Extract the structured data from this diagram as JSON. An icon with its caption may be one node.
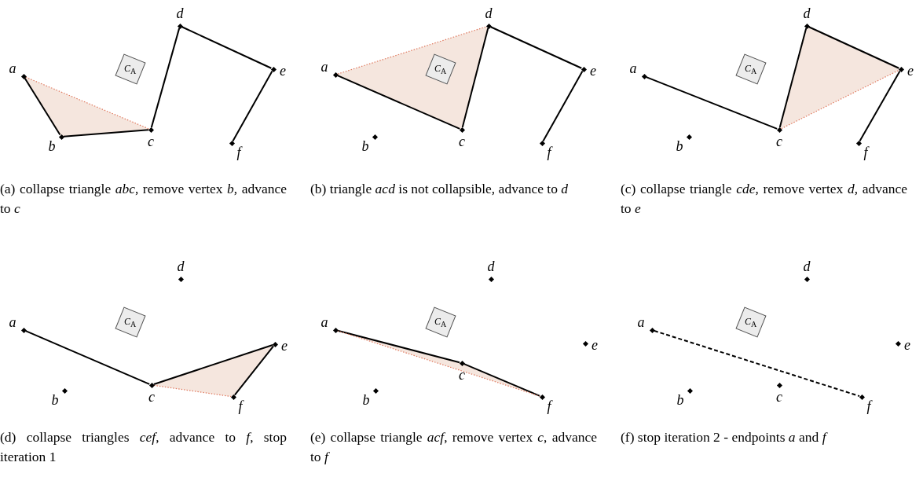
{
  "diagram": {
    "nodes": [
      {
        "text": [
          "(a) collapse triangle *abc*, remove vertex *b*, advance to *c*"
        ]
      },
      {
        "text": [
          "a"
        ],
        "in": 0
      },
      {
        "text": [
          "b"
        ],
        "in": 0
      },
      {
        "text": [
          "c"
        ],
        "in": 0
      },
      {
        "text": [
          "d"
        ],
        "in": 0
      },
      {
        "text": [
          "e"
        ],
        "in": 0
      },
      {
        "text": [
          "f"
        ],
        "in": 0
      },
      {
        "text": [
          "*C*$_{A}$"
        ],
        "in": 0
      },
      {
        "text": [
          "(b) triangle *acd* is not collapsible, advance to *d*"
        ]
      },
      {
        "text": [
          "a"
        ],
        "in": 8
      },
      {
        "text": [
          "b"
        ],
        "in": 8
      },
      {
        "text": [
          "c"
        ],
        "in": 8
      },
      {
        "text": [
          "d"
        ],
        "in": 8
      },
      {
        "text": [
          "e"
        ],
        "in": 8
      },
      {
        "text": [
          "f"
        ],
        "in": 8
      },
      {
        "text": [
          "*C*$_{A}$"
        ],
        "in": 8
      },
      {
        "text": [
          "(c) collapse triangle *cde*, remove vertex *d*, advance to *e*"
        ]
      },
      {
        "text": [
          "a"
        ],
        "in": 16
      },
      {
        "text": [
          "b"
        ],
        "in": 16
      },
      {
        "text": [
          "c"
        ],
        "in": 16
      },
      {
        "text": [
          "d"
        ],
        "in": 16
      },
      {
        "text": [
          "e"
        ],
        "in": 16
      },
      {
        "text": [
          "f"
        ],
        "in": 16
      },
      {
        "text": [
          "*C*$_{A}$"
        ],
        "in": 16
      },
      {
        "text": [
          "(d) collapse triangles *cef*, advance to *f*, stop iteration 1"
        ]
      },
      {
        "text": [
          "a"
        ],
        "in": 24
      },
      {
        "text": [
          "b"
        ],
        "in": 24
      },
      {
        "text": [
          "c"
        ],
        "in": 24
      },
      {
        "text": [
          "d"
        ],
        "in": 24
      },
      {
        "text": [
          "e"
        ],
        "in": 24
      },
      {
        "text": [
          "f"
        ],
        "in": 24
      },
      {
        "text": [
          "*C*$_{A}$"
        ],
        "in": 24
      },
      {
        "text": [
          "(e) collapse triangle *acf*, remove vertex *c*, advance to *f*"
        ]
      },
      {
        "text": [
          "a"
        ],
        "in": 32
      },
      {
        "text": [
          "b"
        ],
        "in": 32
      },
      {
        "text": [
          "c"
        ],
        "in": 32
      },
      {
        "text": [
          "d"
        ],
        "in": 32
      },
      {
        "text": [
          "e"
        ],
        "in": 32
      },
      {
        "text": [
          "f"
        ],
        "in": 32
      },
      {
        "text": [
          "*C*$_{A}$"
        ],
        "in": 32
      },
      {
        "text": [
          "(f) stop iteration 2 - endpoints *a* and *f*"
        ]
      },
      {
        "text": [
          "a"
        ],
        "in": 40
      },
      {
        "text": [
          "b"
        ],
        "in": 40
      },
      {
        "text": [
          "c"
        ],
        "in": 40
      },
      {
        "text": [
          "d"
        ],
        "in": 40
      },
      {
        "text": [
          "e"
        ],
        "in": 40
      },
      {
        "text": [
          "f"
        ],
        "in": 40
      },
      {
        "text": [
          "*C*$_{A}$"
        ],
        "in": 40
      }
    ],
    "edges": [
      {
        "from": 1,
        "to": 2,
        "arrow": "none"
      },
      {
        "from": 2,
        "to": 3,
        "arrow": "none"
      },
      {
        "from": 3,
        "to": 4,
        "arrow": "none"
      },
      {
        "from": 4,
        "to": 5,
        "arrow": "none"
      },
      {
        "from": 5,
        "to": 6,
        "arrow": "none"
      },
      {
        "from": 1,
        "to": 3,
        "arrow": "none",
        "style": "dashed",
        "color": "#e07a60"
      },
      {
        "from": 9,
        "to": 11,
        "arrow": "none"
      },
      {
        "from": 11,
        "to": 12,
        "arrow": "none"
      },
      {
        "from": 12,
        "to": 13,
        "arrow": "none"
      },
      {
        "from": 13,
        "to": 14,
        "arrow": "none"
      },
      {
        "from": 9,
        "to": 12,
        "arrow": "none",
        "style": "dashed",
        "color": "#e07a60"
      },
      {
        "from": 17,
        "to": 19,
        "arrow": "none"
      },
      {
        "from": 19,
        "to": 20,
        "arrow": "none"
      },
      {
        "from": 20,
        "to": 21,
        "arrow": "none"
      },
      {
        "from": 21,
        "to": 22,
        "arrow": "none"
      },
      {
        "from": 19,
        "to": 21,
        "arrow": "none",
        "style": "dashed",
        "color": "#e07a60"
      },
      {
        "from": 25,
        "to": 27,
        "arrow": "none"
      },
      {
        "from": 27,
        "to": 29,
        "arrow": "none"
      },
      {
        "from": 29,
        "to": 30,
        "arrow": "none"
      },
      {
        "from": 27,
        "to": 30,
        "arrow": "none",
        "style": "dashed",
        "color": "#e07a60"
      },
      {
        "from": 33,
        "to": 35,
        "arrow": "none"
      },
      {
        "from": 35,
        "to": 38,
        "arrow": "none"
      },
      {
        "from": 33,
        "to": 38,
        "arrow": "none",
        "style": "dashed",
        "color": "#e07a60"
      },
      {
        "from": 41,
        "to": 46,
        "arrow": "none",
        "style": "dashed"
      }
    ]
  }
}
